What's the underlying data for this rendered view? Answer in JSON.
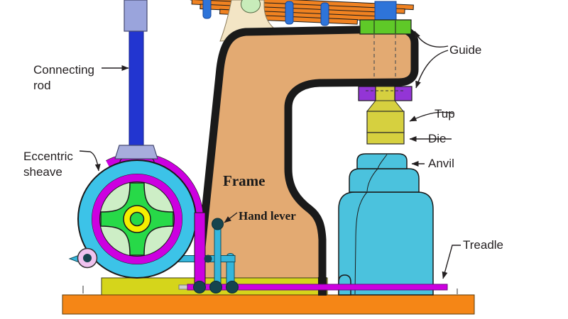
{
  "labels": {
    "connecting_rod_l1": "Connecting",
    "connecting_rod_l2": "rod",
    "eccentric_sheave_l1": "Eccentric",
    "eccentric_sheave_l2": "sheave",
    "guide": "Guide",
    "tup": "Tup",
    "die": "Die",
    "anvil": "Anvil",
    "treadle": "Treadle",
    "frame": "Frame",
    "hand_lever": "Hand lever"
  },
  "colors": {
    "frame": "#e3aa72",
    "frame_outline": "#1a1a1a",
    "spring_leaf": "#f08221",
    "spring_clamp": "#2e74d9",
    "connecting_rod": "#2235d0",
    "rod_cap": "#9aa4dc",
    "strap_cap": "#a7addc",
    "eccentric_strap": "#cc00e0",
    "wheel_rim": "#3cc3e8",
    "wheel_disc": "#cdeec6",
    "wheel_spokes": "#27d948",
    "wheel_hub": "#f4ef00",
    "pivot_pin": "#efc3ef",
    "lever_link": "#35b6dc",
    "joint_ball": "#16444e",
    "guide_top": "#5fc928",
    "guide_bottom": "#9335d6",
    "tup_die": "#d6d03f",
    "anvil": "#4bc2dd",
    "machine_base": "#d5d51b",
    "foundation": "#f58616",
    "support_column": "#f3e5c5",
    "pivot_circle": "#c8ecba",
    "label_text": "#231f20"
  }
}
